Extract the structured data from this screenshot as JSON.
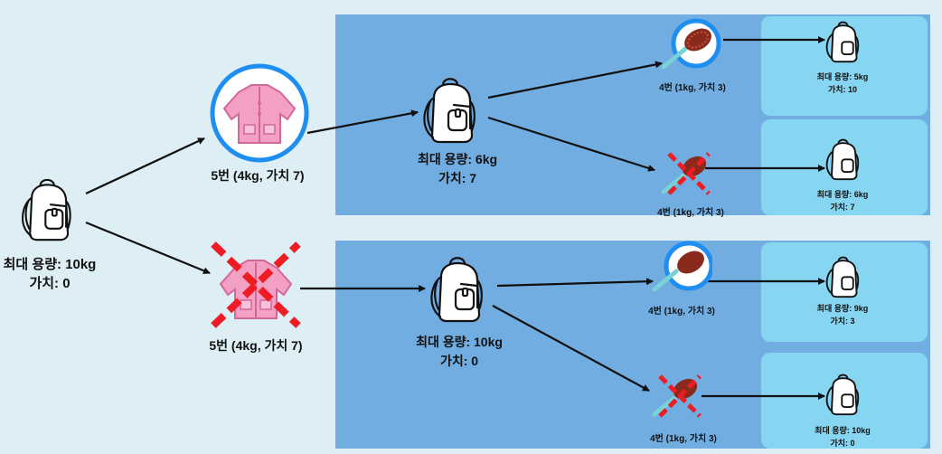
{
  "root": {
    "line1": "최대 용량: 10kg",
    "line2": "가치: 0"
  },
  "level1": {
    "take_label": "5번 (4kg, 가치 7)",
    "skip_label": "5번 (4kg, 가치 7)"
  },
  "level2": {
    "top": {
      "line1": "최대 용량: 6kg",
      "line2": "가치: 7"
    },
    "bottom": {
      "line1": "최대 용량: 10kg",
      "line2": "가치: 0"
    }
  },
  "level3": {
    "item_label": "4번 (1kg, 가치 3)"
  },
  "leaves": [
    {
      "line1": "최대 용량: 5kg",
      "line2": "가치: 10"
    },
    {
      "line1": "최대 용량: 6kg",
      "line2": "가치: 7"
    },
    {
      "line1": "최대 용량: 9kg",
      "line2": "가치: 3"
    },
    {
      "line1": "최대 용량: 10kg",
      "line2": "가치: 0"
    }
  ],
  "colors": {
    "panel": "#72ade2",
    "leaf_panel": "#86d6f2",
    "select_ring": "#1f8ef1",
    "cross": "#ee1c24",
    "jacket": "#f3a0c4",
    "brush": "#8a2a1c"
  },
  "icons": [
    "backpack-icon",
    "jacket-icon",
    "hairbrush-icon",
    "selected-circle",
    "rejected-cross"
  ]
}
